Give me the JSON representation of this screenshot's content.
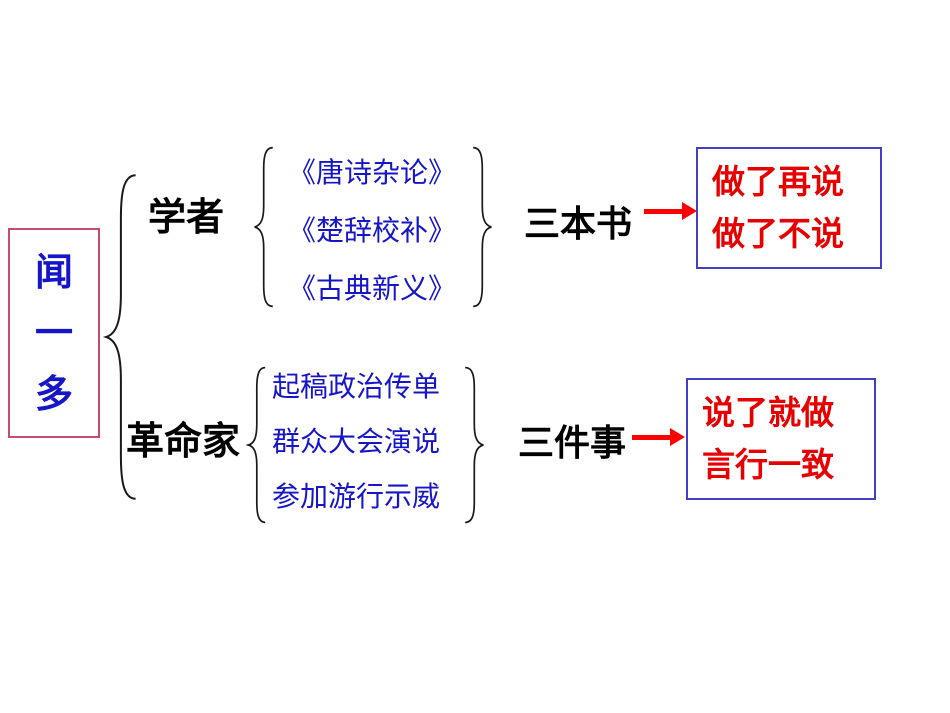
{
  "colors": {
    "blue_text": "#1616C8",
    "red_text": "#E60000",
    "box_border": "#4040C0",
    "root_border": "#C84B6E",
    "arrow": "#FF0000",
    "brace": "#1a1a1a",
    "label_text": "#000000"
  },
  "root": {
    "name": "闻一多",
    "chars": [
      "闻",
      "一",
      "多"
    ]
  },
  "scholar": {
    "label": "学者",
    "works": [
      "《唐诗杂论》",
      "《楚辞校补》",
      "《古典新义》"
    ],
    "summary": "三本书",
    "results": [
      "做了再说",
      "做了不说"
    ]
  },
  "revolutionary": {
    "label": "革命家",
    "deeds": [
      "起稿政治传单",
      "群众大会演说",
      "参加游行示威"
    ],
    "summary": "三件事",
    "results": [
      "说了就做",
      "言行一致"
    ]
  }
}
